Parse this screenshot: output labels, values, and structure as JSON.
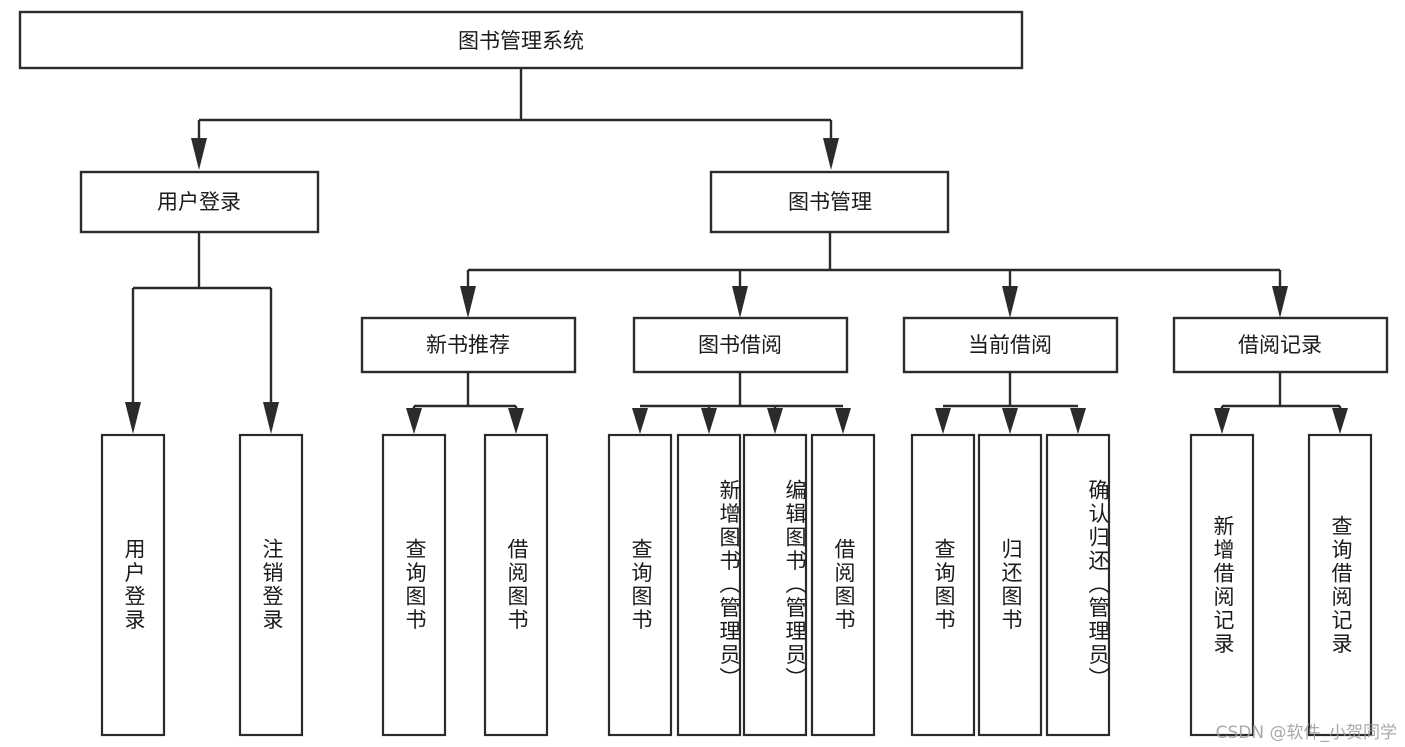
{
  "diagram": {
    "title": "图书管理系统",
    "type": "tree-diagram",
    "root": {
      "id": "root",
      "label": "图书管理系统"
    },
    "level2": [
      {
        "id": "user-login",
        "label": "用户登录"
      },
      {
        "id": "book-management",
        "label": "图书管理"
      }
    ],
    "level3": [
      {
        "id": "new-book-recommend",
        "label": "新书推荐",
        "parent": "book-management"
      },
      {
        "id": "book-borrow",
        "label": "图书借阅",
        "parent": "book-management"
      },
      {
        "id": "current-borrow",
        "label": "当前借阅",
        "parent": "book-management"
      },
      {
        "id": "borrow-record",
        "label": "借阅记录",
        "parent": "book-management"
      }
    ],
    "leaves": {
      "user-login": [
        {
          "id": "leaf-user-login",
          "label": "用户登录"
        },
        {
          "id": "leaf-user-logout",
          "label": "注销登录"
        }
      ],
      "new-book-recommend": [
        {
          "id": "leaf-query-book-1",
          "label": "查询图书"
        },
        {
          "id": "leaf-borrow-book-1",
          "label": "借阅图书"
        }
      ],
      "book-borrow": [
        {
          "id": "leaf-query-book-2",
          "label": "查询图书"
        },
        {
          "id": "leaf-add-book",
          "label": "新增图书（管理员）"
        },
        {
          "id": "leaf-edit-book",
          "label": "编辑图书（管理员）"
        },
        {
          "id": "leaf-borrow-book-2",
          "label": "借阅图书"
        }
      ],
      "current-borrow": [
        {
          "id": "leaf-query-book-3",
          "label": "查询图书"
        },
        {
          "id": "leaf-return-book",
          "label": "归还图书"
        },
        {
          "id": "leaf-confirm-return",
          "label": "确认归还（管理员）"
        }
      ],
      "borrow-record": [
        {
          "id": "leaf-add-record",
          "label": "新增借阅记录"
        },
        {
          "id": "leaf-query-record",
          "label": "查询借阅记录"
        }
      ]
    },
    "colors": {
      "box_stroke": "#2b2b2b",
      "box_fill": "#ffffff",
      "connector": "#2b2b2b",
      "text": "#1b1b1b",
      "background": "#ffffff",
      "watermark": "#9b9b9b"
    }
  },
  "watermark": {
    "text": "CSDN @软件_小贺同学"
  }
}
